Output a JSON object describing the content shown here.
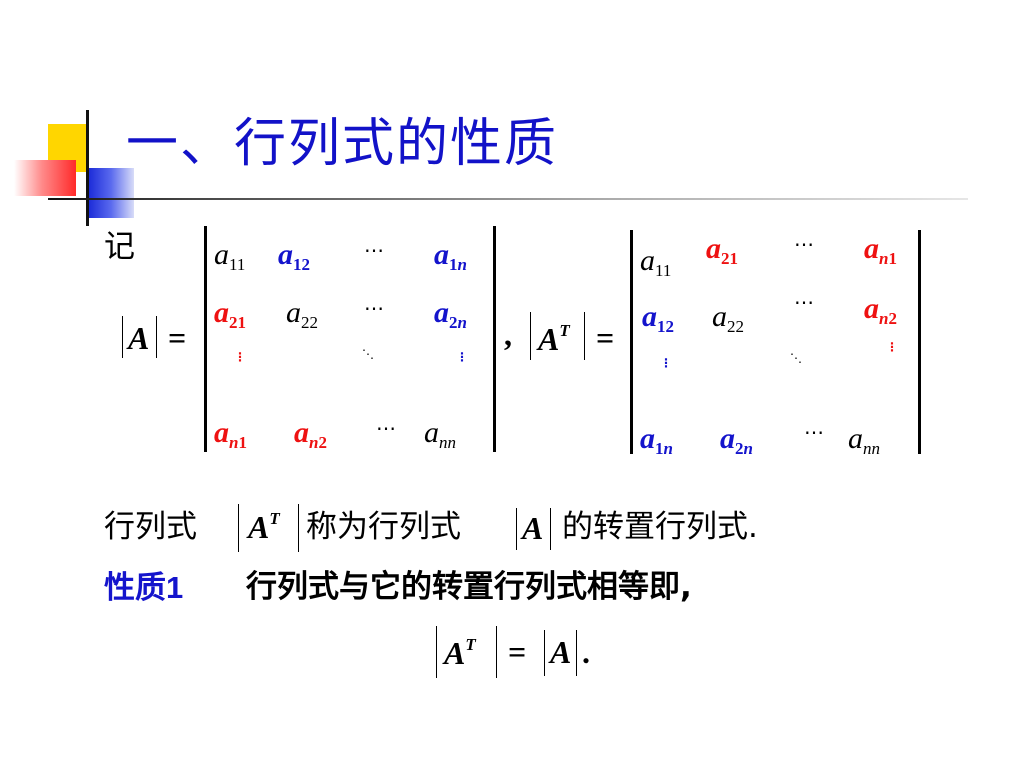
{
  "title": "一、行列式的性质",
  "intro_label": "记",
  "matrix_A": {
    "lhs": "A",
    "equals": "=",
    "row1": {
      "a11": "a",
      "a11_sub": "11",
      "a12": "a",
      "a12_sub": "12",
      "a1n": "a",
      "a1n_sub1": "1",
      "a1n_sub2": "n"
    },
    "row2": {
      "a21": "a",
      "a21_sub": "21",
      "a22": "a",
      "a22_sub": "22",
      "a2n": "a",
      "a2n_sub1": "2",
      "a2n_sub2": "n"
    },
    "row4": {
      "an1": "a",
      "an1_sub1": "n",
      "an1_sub2": "1",
      "an2": "a",
      "an2_sub1": "n",
      "an2_sub2": "2",
      "ann": "a",
      "ann_sub": "nn"
    },
    "hdots": "⋯",
    "vdots": "⋮",
    "ddots": "⋱"
  },
  "separator_comma": ",",
  "matrix_AT": {
    "lhs": "A",
    "lhs_sup": "T",
    "equals": "=",
    "row1": {
      "a11": "a",
      "a11_sub": "11",
      "a21": "a",
      "a21_sub": "21",
      "an1": "a",
      "an1_sub1": "n",
      "an1_sub2": "1"
    },
    "row2": {
      "a12": "a",
      "a12_sub": "12",
      "a22": "a",
      "a22_sub": "22",
      "an2": "a",
      "an2_sub1": "n",
      "an2_sub2": "2"
    },
    "row4": {
      "a1n": "a",
      "a1n_sub1": "1",
      "a1n_sub2": "n",
      "a2n": "a",
      "a2n_sub1": "2",
      "a2n_sub2": "n",
      "ann": "a",
      "ann_sub": "nn"
    }
  },
  "sentence1": {
    "part1": "行列式",
    "at": "A",
    "at_sup": "T",
    "part2": "称为行列式",
    "a": "A",
    "part3": "的转置行列式."
  },
  "property": {
    "label": "性质1",
    "text": "行列式与它的转置行列式相等即,"
  },
  "equation": {
    "lhs": "A",
    "lhs_sup": "T",
    "equals": "=",
    "rhs": "A",
    "period": "."
  },
  "colors": {
    "title": "#1212c8",
    "red": "#ee1111",
    "blue": "#1414cc",
    "deco_yellow": "#ffd600"
  }
}
